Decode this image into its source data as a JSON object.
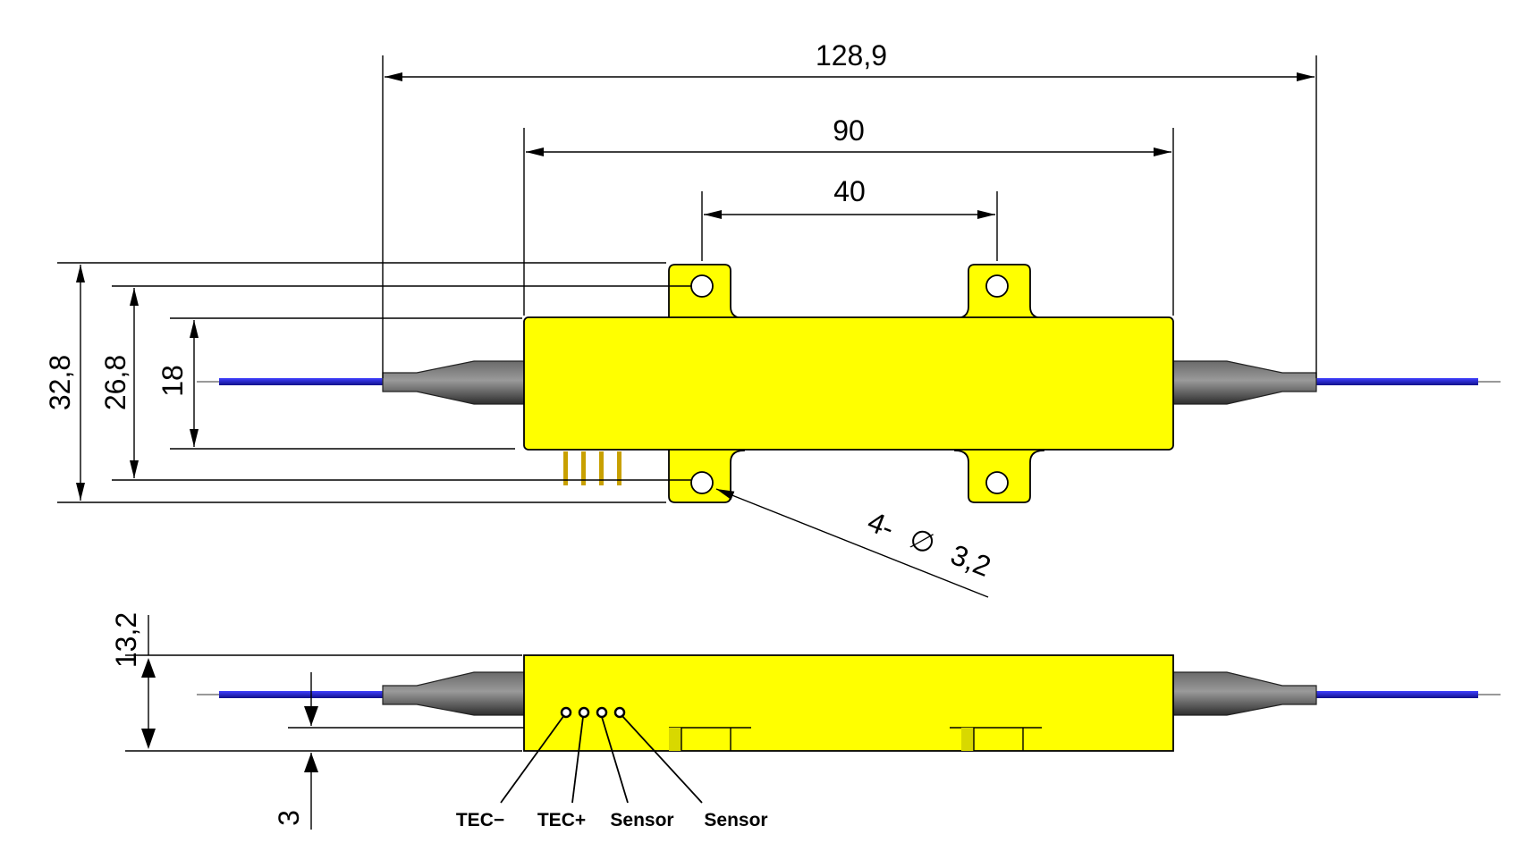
{
  "dimensions": {
    "overall_length": "128,9",
    "body_length": "90",
    "mount_hole_spacing": "40",
    "total_width": "32,8",
    "hole_row_spacing": "26,8",
    "body_width": "18",
    "mounting_holes": {
      "qty": "4-",
      "symbol": "∅",
      "diameter": "3,2"
    },
    "body_height": "13,2",
    "pin_height": "3"
  },
  "pins": [
    "TEC−",
    "TEC+",
    "Sensor",
    "Sensor"
  ],
  "colors": {
    "body": "#FFFF00",
    "boot_dark": "#3a3a3a",
    "boot_mid": "#8a8a8a",
    "fiber": "#1a1acc",
    "pin": "#c8a000",
    "line": "#000000"
  }
}
